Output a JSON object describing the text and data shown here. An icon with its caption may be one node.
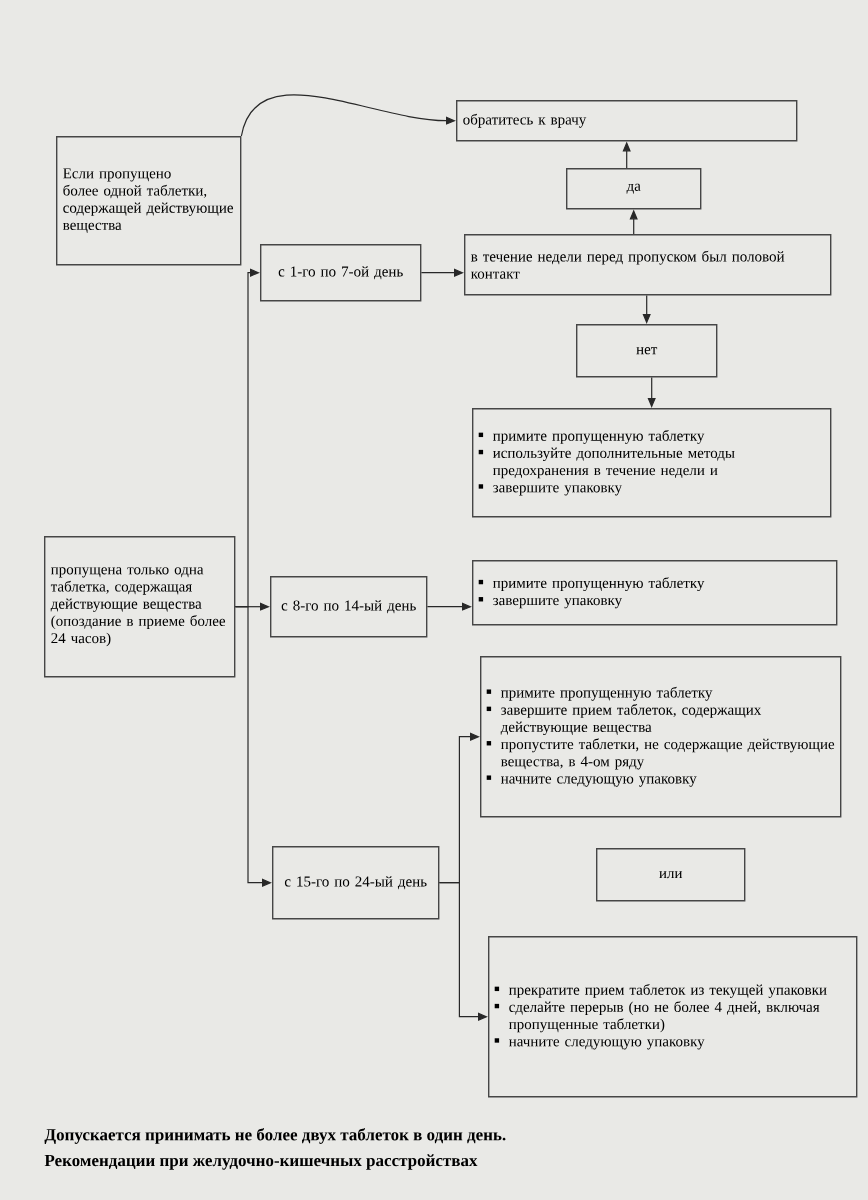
{
  "diagram": {
    "nodes": [
      {
        "text": [
          "Если пропущено более одной таблетки, содержащей действующие вещества"
        ]
      },
      {
        "text": [
          "обратитесь к врачу"
        ]
      },
      {
        "text": [
          "да"
        ]
      },
      {
        "text": [
          "с 1-го по 7-ой день"
        ]
      },
      {
        "text": [
          "в течение недели перед пропуском был половой контакт"
        ]
      },
      {
        "text": [
          "нет"
        ]
      },
      {
        "text": [
          "примите пропущенную таблетку",
          "используйте дополнительные методы предохранения в течение недели и",
          "завершите упаковку"
        ]
      },
      {
        "text": [
          "пропущена только одна таблетка, содержащая действующие вещества (опоздание в приеме более 24 часов)"
        ]
      },
      {
        "text": [
          "с 8-го по 14-ый день"
        ]
      },
      {
        "text": [
          "примите пропущенную таблетку",
          "завершите упаковку"
        ]
      },
      {
        "text": [
          "с 15-го по 24-ый день"
        ]
      },
      {
        "text": [
          "примите пропущенную таблетку",
          "завершите прием таблеток, содержащих действующие вещества",
          "пропустите таблетки, не содержащие действующие вещества, в 4-ом ряду",
          "начните следующую упаковку"
        ]
      },
      {
        "text": [
          "или"
        ]
      },
      {
        "text": [
          "прекратите прием таблеток из текущей упаковки",
          "сделайте перерыв (но не более 4 дней, включая пропущенные таблетки)",
          "начните следующую упаковку"
        ]
      }
    ],
    "edges": [
      {
        "from": 0,
        "to": 1,
        "arrow": "to"
      },
      {
        "from": 7,
        "to": 3,
        "arrow": "to"
      },
      {
        "from": 7,
        "to": 8,
        "arrow": "to"
      },
      {
        "from": 7,
        "to": 10,
        "arrow": "to"
      },
      {
        "from": 3,
        "to": 4,
        "arrow": "to"
      },
      {
        "from": 4,
        "to": 2,
        "arrow": "to"
      },
      {
        "from": 2,
        "to": 1,
        "arrow": "to"
      },
      {
        "from": 4,
        "to": 5,
        "arrow": "to"
      },
      {
        "from": 5,
        "to": 6,
        "arrow": "to"
      },
      {
        "from": 8,
        "to": 9,
        "arrow": "to"
      },
      {
        "from": 10,
        "to": 11,
        "arrow": "to"
      },
      {
        "from": 10,
        "to": 13,
        "arrow": "to"
      }
    ],
    "labels": [
      "Допускается принимать не более двух таблеток в один день.",
      "Рекомендации при желудочно-кишечных расстройствах"
    ]
  }
}
